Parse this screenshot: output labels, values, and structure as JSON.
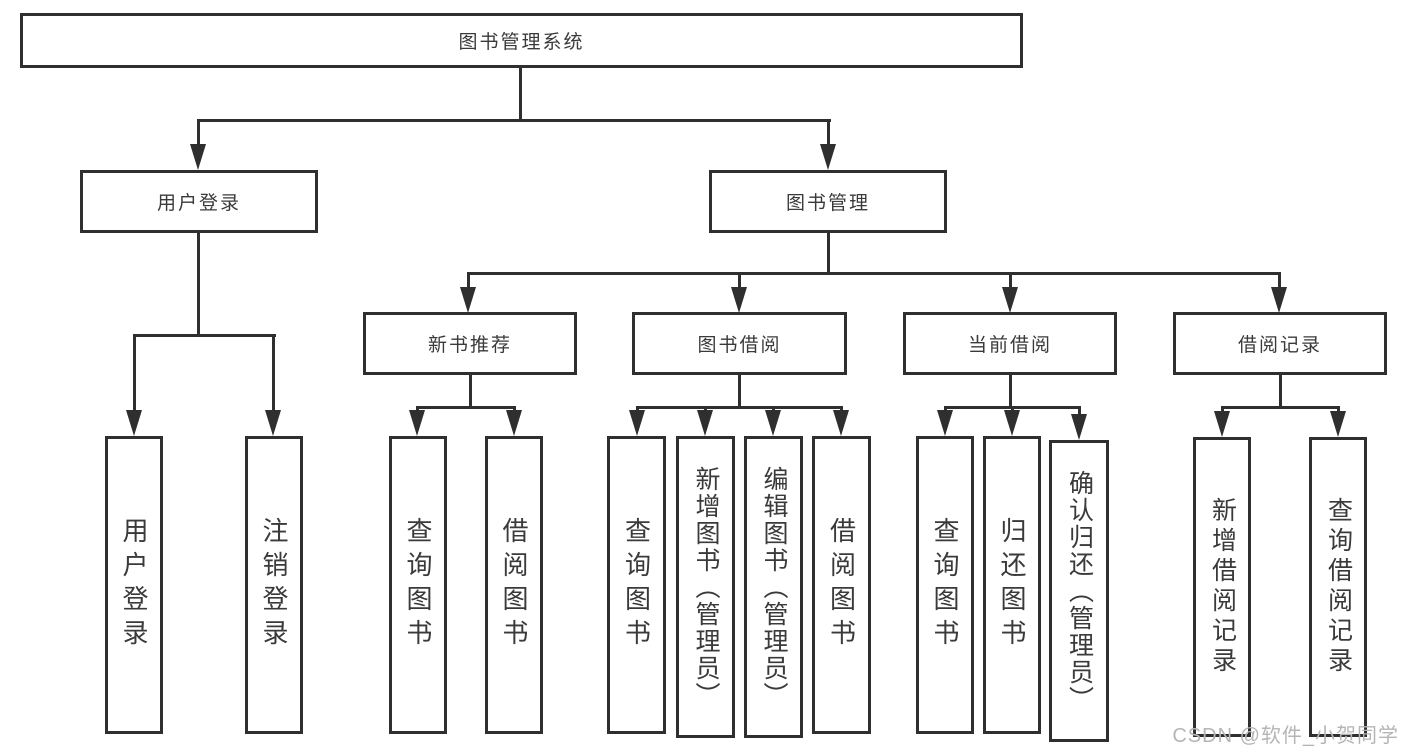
{
  "root": {
    "label": "图书管理系统"
  },
  "level2": [
    {
      "label": "用户登录"
    },
    {
      "label": "图书管理"
    }
  ],
  "level3": [
    {
      "label": "新书推荐"
    },
    {
      "label": "图书借阅"
    },
    {
      "label": "当前借阅"
    },
    {
      "label": "借阅记录"
    }
  ],
  "leaves": {
    "user_login": [
      "用户登录",
      "注销登录"
    ],
    "new_book": [
      "查询图书",
      "借阅图书"
    ],
    "book_borrow": [
      "查询图书",
      "新增图书（管理员）",
      "编辑图书（管理员）",
      "借阅图书"
    ],
    "current_borrow": [
      "查询图书",
      "归还图书",
      "确认归还（管理员）"
    ],
    "borrow_record": [
      "新增借阅记录",
      "查询借阅记录"
    ]
  },
  "watermark": {
    "text": "CSDN @软件_小贺同学"
  },
  "colors": {
    "line": "#2f2f2f",
    "text": "#3a3a3a",
    "watermark": "#b5b5b5",
    "background": "#ffffff"
  }
}
